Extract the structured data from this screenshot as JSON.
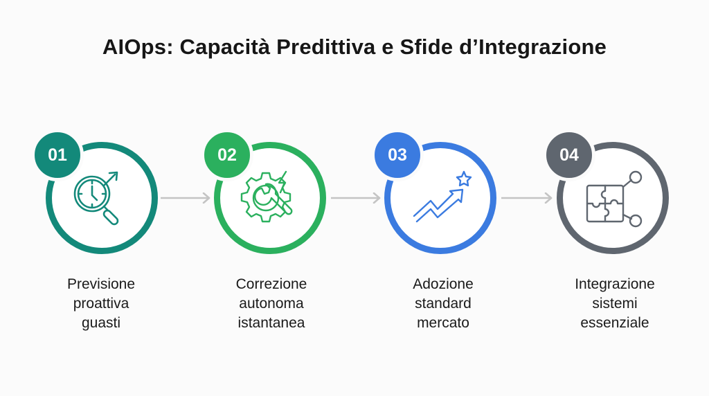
{
  "title": "AIOps: Capacità Predittiva e Sfide d’Integrazione",
  "steps": [
    {
      "number": "01",
      "icon": "clock-magnifier-trend-icon",
      "color": "#13897a",
      "label_lines": [
        "Previsione",
        "proattiva",
        "guasti"
      ]
    },
    {
      "number": "02",
      "icon": "gear-wrench-lightning-icon",
      "color": "#2bb05e",
      "label_lines": [
        "Correzione",
        "autonoma",
        "istantanea"
      ]
    },
    {
      "number": "03",
      "icon": "trend-arrow-star-icon",
      "color": "#3b7be0",
      "label_lines": [
        "Adozione",
        "standard",
        "mercato"
      ]
    },
    {
      "number": "04",
      "icon": "puzzle-network-icon",
      "color": "#5f666f",
      "label_lines": [
        "Integrazione",
        "sistemi",
        "essenziale"
      ]
    }
  ],
  "connector_color": "#c4c4c4"
}
